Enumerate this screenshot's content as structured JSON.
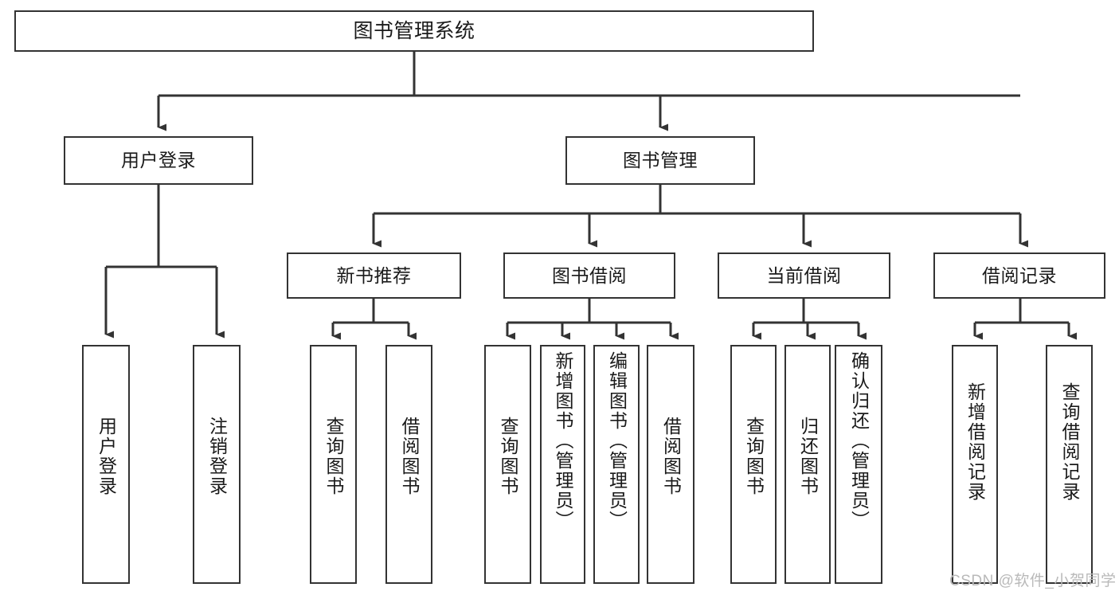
{
  "diagram": {
    "title": "图书管理系统",
    "watermark": "CSDN @软件_小贺同学",
    "colors": {
      "box_stroke": "#333333",
      "box_fill": "#ffffff",
      "edge": "#333333",
      "text": "#1a1a1a",
      "watermark": "#b9b9b9",
      "background": "#ffffff"
    },
    "nodes": {
      "root": {
        "label": "图书管理系统"
      },
      "level2": [
        {
          "id": "user-login",
          "label": "用户登录"
        },
        {
          "id": "book-management",
          "label": "图书管理"
        }
      ],
      "level3": [
        {
          "id": "new-book-recommend",
          "label": "新书推荐"
        },
        {
          "id": "book-borrow",
          "label": "图书借阅"
        },
        {
          "id": "current-borrow",
          "label": "当前借阅"
        },
        {
          "id": "borrow-record",
          "label": "借阅记录"
        }
      ],
      "leaves": {
        "user_login": [
          {
            "id": "leaf-user-login",
            "label": "用户登录"
          },
          {
            "id": "leaf-logout-login",
            "label": "注销登录"
          }
        ],
        "new_book_recommend": [
          {
            "id": "leaf-query-book-1",
            "label": "查询图书"
          },
          {
            "id": "leaf-borrow-book-1",
            "label": "借阅图书"
          }
        ],
        "book_borrow": [
          {
            "id": "leaf-query-book-2",
            "label": "查询图书"
          },
          {
            "id": "leaf-add-book-admin",
            "label": "新增图书（管理员）"
          },
          {
            "id": "leaf-edit-book-admin",
            "label": "编辑图书（管理员）"
          },
          {
            "id": "leaf-borrow-book-2",
            "label": "借阅图书"
          }
        ],
        "current_borrow": [
          {
            "id": "leaf-query-book-3",
            "label": "查询图书"
          },
          {
            "id": "leaf-return-book",
            "label": "归还图书"
          },
          {
            "id": "leaf-confirm-return-admin",
            "label": "确认归还（管理员）"
          }
        ],
        "borrow_record": [
          {
            "id": "leaf-add-borrow-record",
            "label": "新增借阅记录"
          },
          {
            "id": "leaf-query-borrow-record",
            "label": "查询借阅记录"
          }
        ]
      }
    }
  }
}
